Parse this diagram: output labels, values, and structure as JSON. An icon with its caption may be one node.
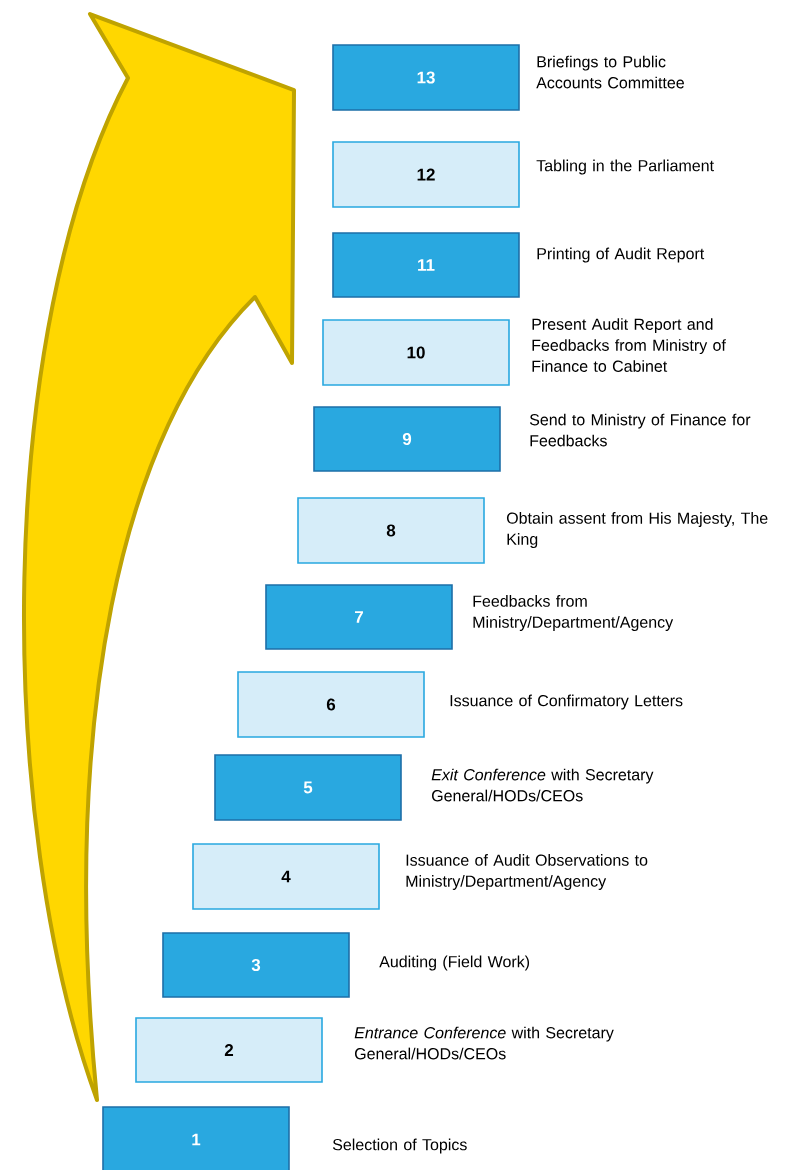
{
  "diagram": {
    "nodes": [
      {
        "text": [
          "1"
        ],
        "beside": [
          "Selection of Topics"
        ]
      },
      {
        "text": [
          "2"
        ],
        "beside": [
          "*Entrance Conference* with Secretary General/HODs/CEOs"
        ]
      },
      {
        "text": [
          "3"
        ],
        "beside": [
          "Auditing (Field Work)"
        ]
      },
      {
        "text": [
          "4"
        ],
        "beside": [
          "Issuance of Audit Observations to Ministry/Department/Agency"
        ]
      },
      {
        "text": [
          "5"
        ],
        "beside": [
          "*Exit Conference* with Secretary General/HODs/CEOs"
        ]
      },
      {
        "text": [
          "6"
        ],
        "beside": [
          "Issuance of Confirmatory Letters"
        ]
      },
      {
        "text": [
          "7"
        ],
        "beside": [
          "Feedbacks from Ministry/Department/Agency"
        ]
      },
      {
        "text": [
          "8"
        ],
        "beside": [
          "Obtain assent from His Majesty, The King"
        ]
      },
      {
        "text": [
          "9"
        ],
        "beside": [
          "Send to Ministry of Finance for Feedbacks"
        ]
      },
      {
        "text": [
          "10"
        ],
        "beside": [
          "Present Audit Report and Feedbacks from Ministry of Finance to Cabinet"
        ]
      },
      {
        "text": [
          "11"
        ],
        "beside": [
          "Printing of Audit Report"
        ]
      },
      {
        "text": [
          "12"
        ],
        "beside": [
          "Tabling in the Parliament"
        ]
      },
      {
        "text": [
          "13"
        ],
        "beside": [
          "Briefings to Public Accounts Committee"
        ]
      }
    ]
  }
}
